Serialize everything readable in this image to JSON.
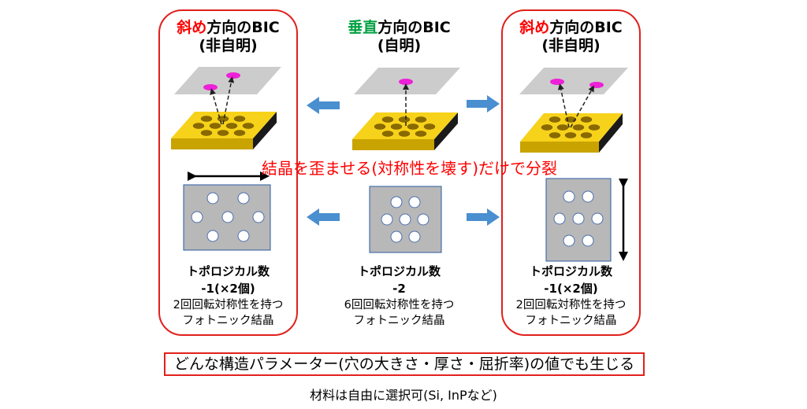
{
  "panels": [
    {
      "title_hl": "斜め",
      "title_rest": "方向のBIC",
      "title_line2": "(非自明)",
      "topo_line1": "トポロジカル数",
      "topo_line2": "-1(×2個)",
      "desc_line1": "2回回転対称性を持つ",
      "desc_line2": "フォトニック結晶"
    },
    {
      "title_hl": "垂直",
      "title_rest": "方向のBIC",
      "title_line2": "(自明)",
      "topo_line1": "トポロジカル数",
      "topo_line2": "-2",
      "desc_line1": "6回回転対称性を持つ",
      "desc_line2": "フォトニック結晶"
    },
    {
      "title_hl": "斜め",
      "title_rest": "方向のBIC",
      "title_line2": "(非自明)",
      "topo_line1": "トポロジカル数",
      "topo_line2": "-1(×2個)",
      "desc_line1": "2回回転対称性を持つ",
      "desc_line2": "フォトニック結晶"
    }
  ],
  "banner": "結晶を歪ませる(対称性を壊す)だけで分裂",
  "bottom_box": "どんな構造パラメーター(穴の大きさ・厚さ・屈折率)の値でも生じる",
  "note": "材料は自由に選択可(Si, InPなど)",
  "colors": {
    "frame": "#e0201c",
    "highlight_red": "#ff0000",
    "highlight_green": "#00a040",
    "arrow": "#4a8fd0",
    "slab": "#f7d21a",
    "spot": "#ee20d8",
    "screen": "#cccccc",
    "lattice": "#b8b8b8"
  },
  "icons": [
    "arrow-left-icon",
    "arrow-right-icon",
    "double-arrow-horizontal-icon",
    "double-arrow-vertical-icon"
  ]
}
